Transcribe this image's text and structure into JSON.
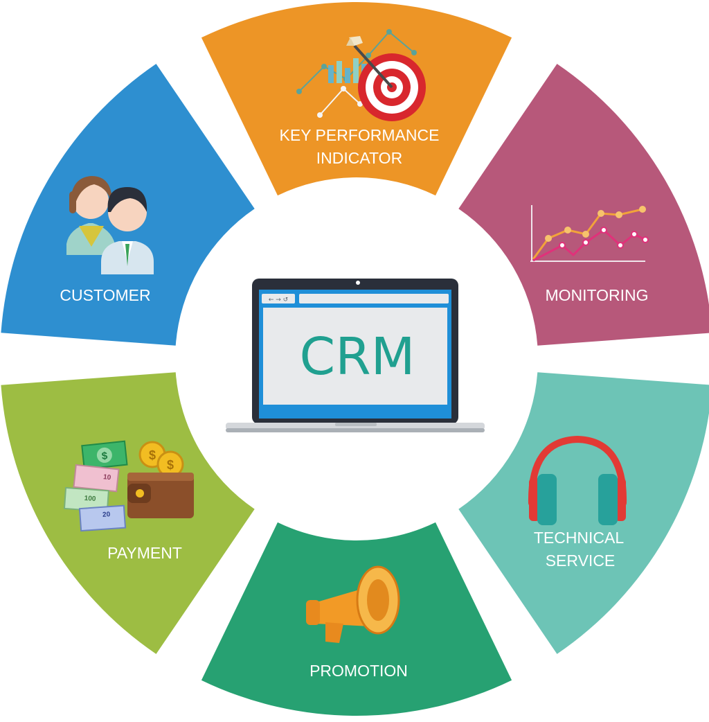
{
  "center": {
    "label": "CRM",
    "screen_color": "#e8eaec",
    "frame_color": "#2a2f3a",
    "accent_color": "#1f8fd8"
  },
  "segments": [
    {
      "id": "kpi",
      "label_lines": [
        "KEY PERFORMANCE",
        "INDICATOR"
      ],
      "color": "#ed9526",
      "icon": "target-chart-icon"
    },
    {
      "id": "monitoring",
      "label_lines": [
        "MONITORING"
      ],
      "color": "#b7587a",
      "icon": "line-chart-icon"
    },
    {
      "id": "technical-service",
      "label_lines": [
        "TECHNICAL",
        "SERVICE"
      ],
      "color": "#6dc4b6",
      "icon": "headphones-icon"
    },
    {
      "id": "promotion",
      "label_lines": [
        "PROMOTION"
      ],
      "color": "#27a172",
      "icon": "megaphone-icon"
    },
    {
      "id": "payment",
      "label_lines": [
        "PAYMENT"
      ],
      "color": "#9dbd43",
      "icon": "wallet-money-icon"
    },
    {
      "id": "customer",
      "label_lines": [
        "CUSTOMER"
      ],
      "color": "#2e8fd0",
      "icon": "customers-icon"
    }
  ],
  "icon_values": {
    "browser_nav": "← → ↺",
    "coin_symbol": "$",
    "banknote_values": [
      "$",
      "10",
      "100",
      "20"
    ]
  }
}
